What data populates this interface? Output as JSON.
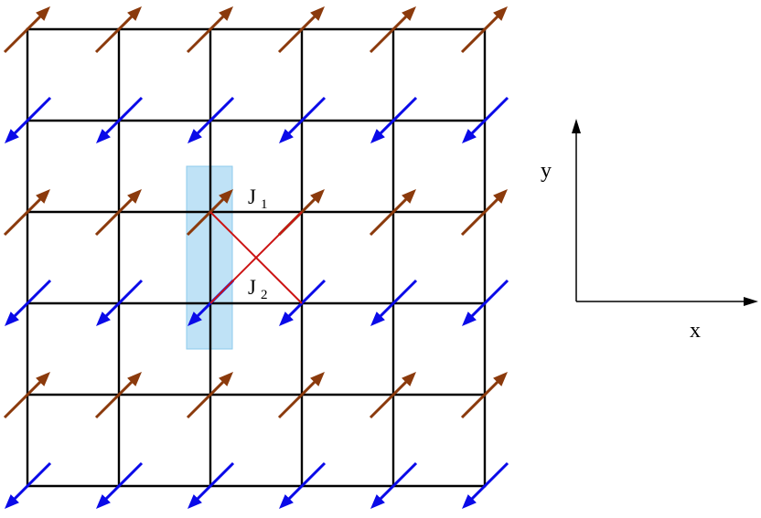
{
  "labels": {
    "j1": {
      "symbol": "J",
      "subscript": "1"
    },
    "j2": {
      "symbol": "J",
      "subscript": "2"
    }
  },
  "axes": {
    "y_label": "y",
    "x_label": "x"
  },
  "lattice": {
    "spins": [
      [
        "up-right",
        "up-right",
        "up-right",
        "up-right",
        "up-right",
        "up-right"
      ],
      [
        "down-left",
        "down-left",
        "down-left",
        "down-left",
        "down-left",
        "down-left"
      ],
      [
        "up-right",
        "up-right",
        "up-right",
        "up-right",
        "up-right",
        "up-right"
      ],
      [
        "down-left",
        "down-left",
        "down-left",
        "down-left",
        "down-left",
        "down-left"
      ],
      [
        "up-right",
        "up-right",
        "up-right",
        "up-right",
        "up-right",
        "up-right"
      ],
      [
        "down-left",
        "down-left",
        "down-left",
        "down-left",
        "down-left",
        "down-left"
      ]
    ]
  },
  "colors": {
    "grid": "#000000",
    "spin_up": "#8b3a0c",
    "spin_down": "#0a0ae8",
    "coupling": "#cc1414",
    "highlight_fill": "#bfe2f6",
    "highlight_stroke": "#8ccbec",
    "axes": "#000000"
  }
}
